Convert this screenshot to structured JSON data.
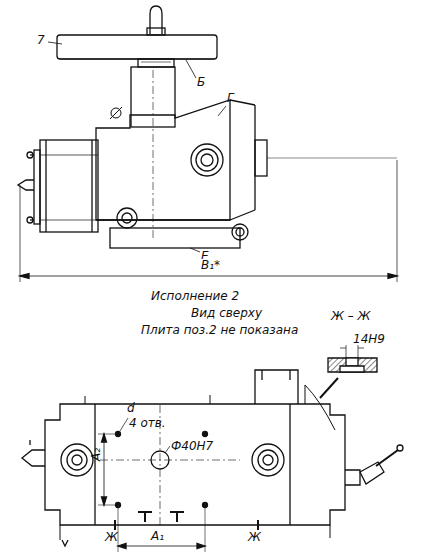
{
  "diagram": {
    "labels": [
      "7",
      "Б",
      "Г",
      "Е",
      "В₁*",
      "Исполнение 2",
      "Вид сверху",
      "Плита поз.2 не показана",
      "Ж – Ж",
      "14H9",
      "d",
      "4 отв.",
      "Ф40H7",
      "А₂",
      "А₁",
      "Ж",
      "Ж"
    ]
  }
}
